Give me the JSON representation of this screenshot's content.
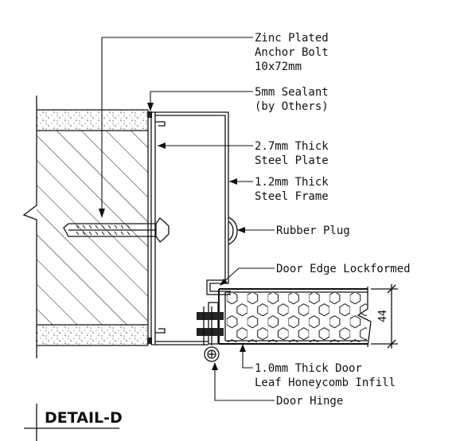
{
  "title": "DETAIL-D",
  "labels": {
    "anchor_bolt": [
      "Zinc Plated",
      "Anchor Bolt",
      "10x72mm"
    ],
    "sealant": [
      "5mm Sealant",
      "(by Others)"
    ],
    "steel_plate": [
      "2.7mm Thick",
      "Steel Plate"
    ],
    "steel_frame": [
      "1.2mm Thick",
      "Steel Frame"
    ],
    "rubber_plug": [
      "Rubber Plug"
    ],
    "door_edge": [
      "Door Edge Lockformed"
    ],
    "door_leaf": [
      "1.0mm Thick Door",
      "Leaf Honeycomb Infill"
    ],
    "door_hinge": [
      "Door Hinge"
    ]
  },
  "dimension": "44",
  "colors": {
    "line": "#111111",
    "background": "#ffffff"
  }
}
